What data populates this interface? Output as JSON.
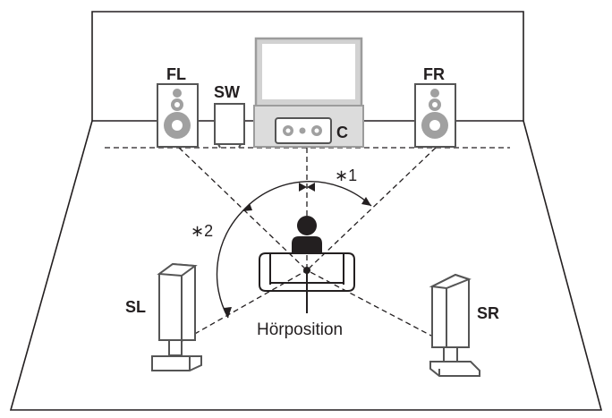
{
  "speakers": {
    "fl": "FL",
    "fr": "FR",
    "sw": "SW",
    "c": "C",
    "sl": "SL",
    "sr": "SR"
  },
  "listening_position_label": "Hörposition",
  "angle_notes": {
    "note1": "∗1",
    "note2": "∗2"
  },
  "colors": {
    "line": "#231f20",
    "speaker_gray": "#c8c8c8",
    "dark_gray": "#8c8c8c",
    "background": "#ffffff"
  }
}
